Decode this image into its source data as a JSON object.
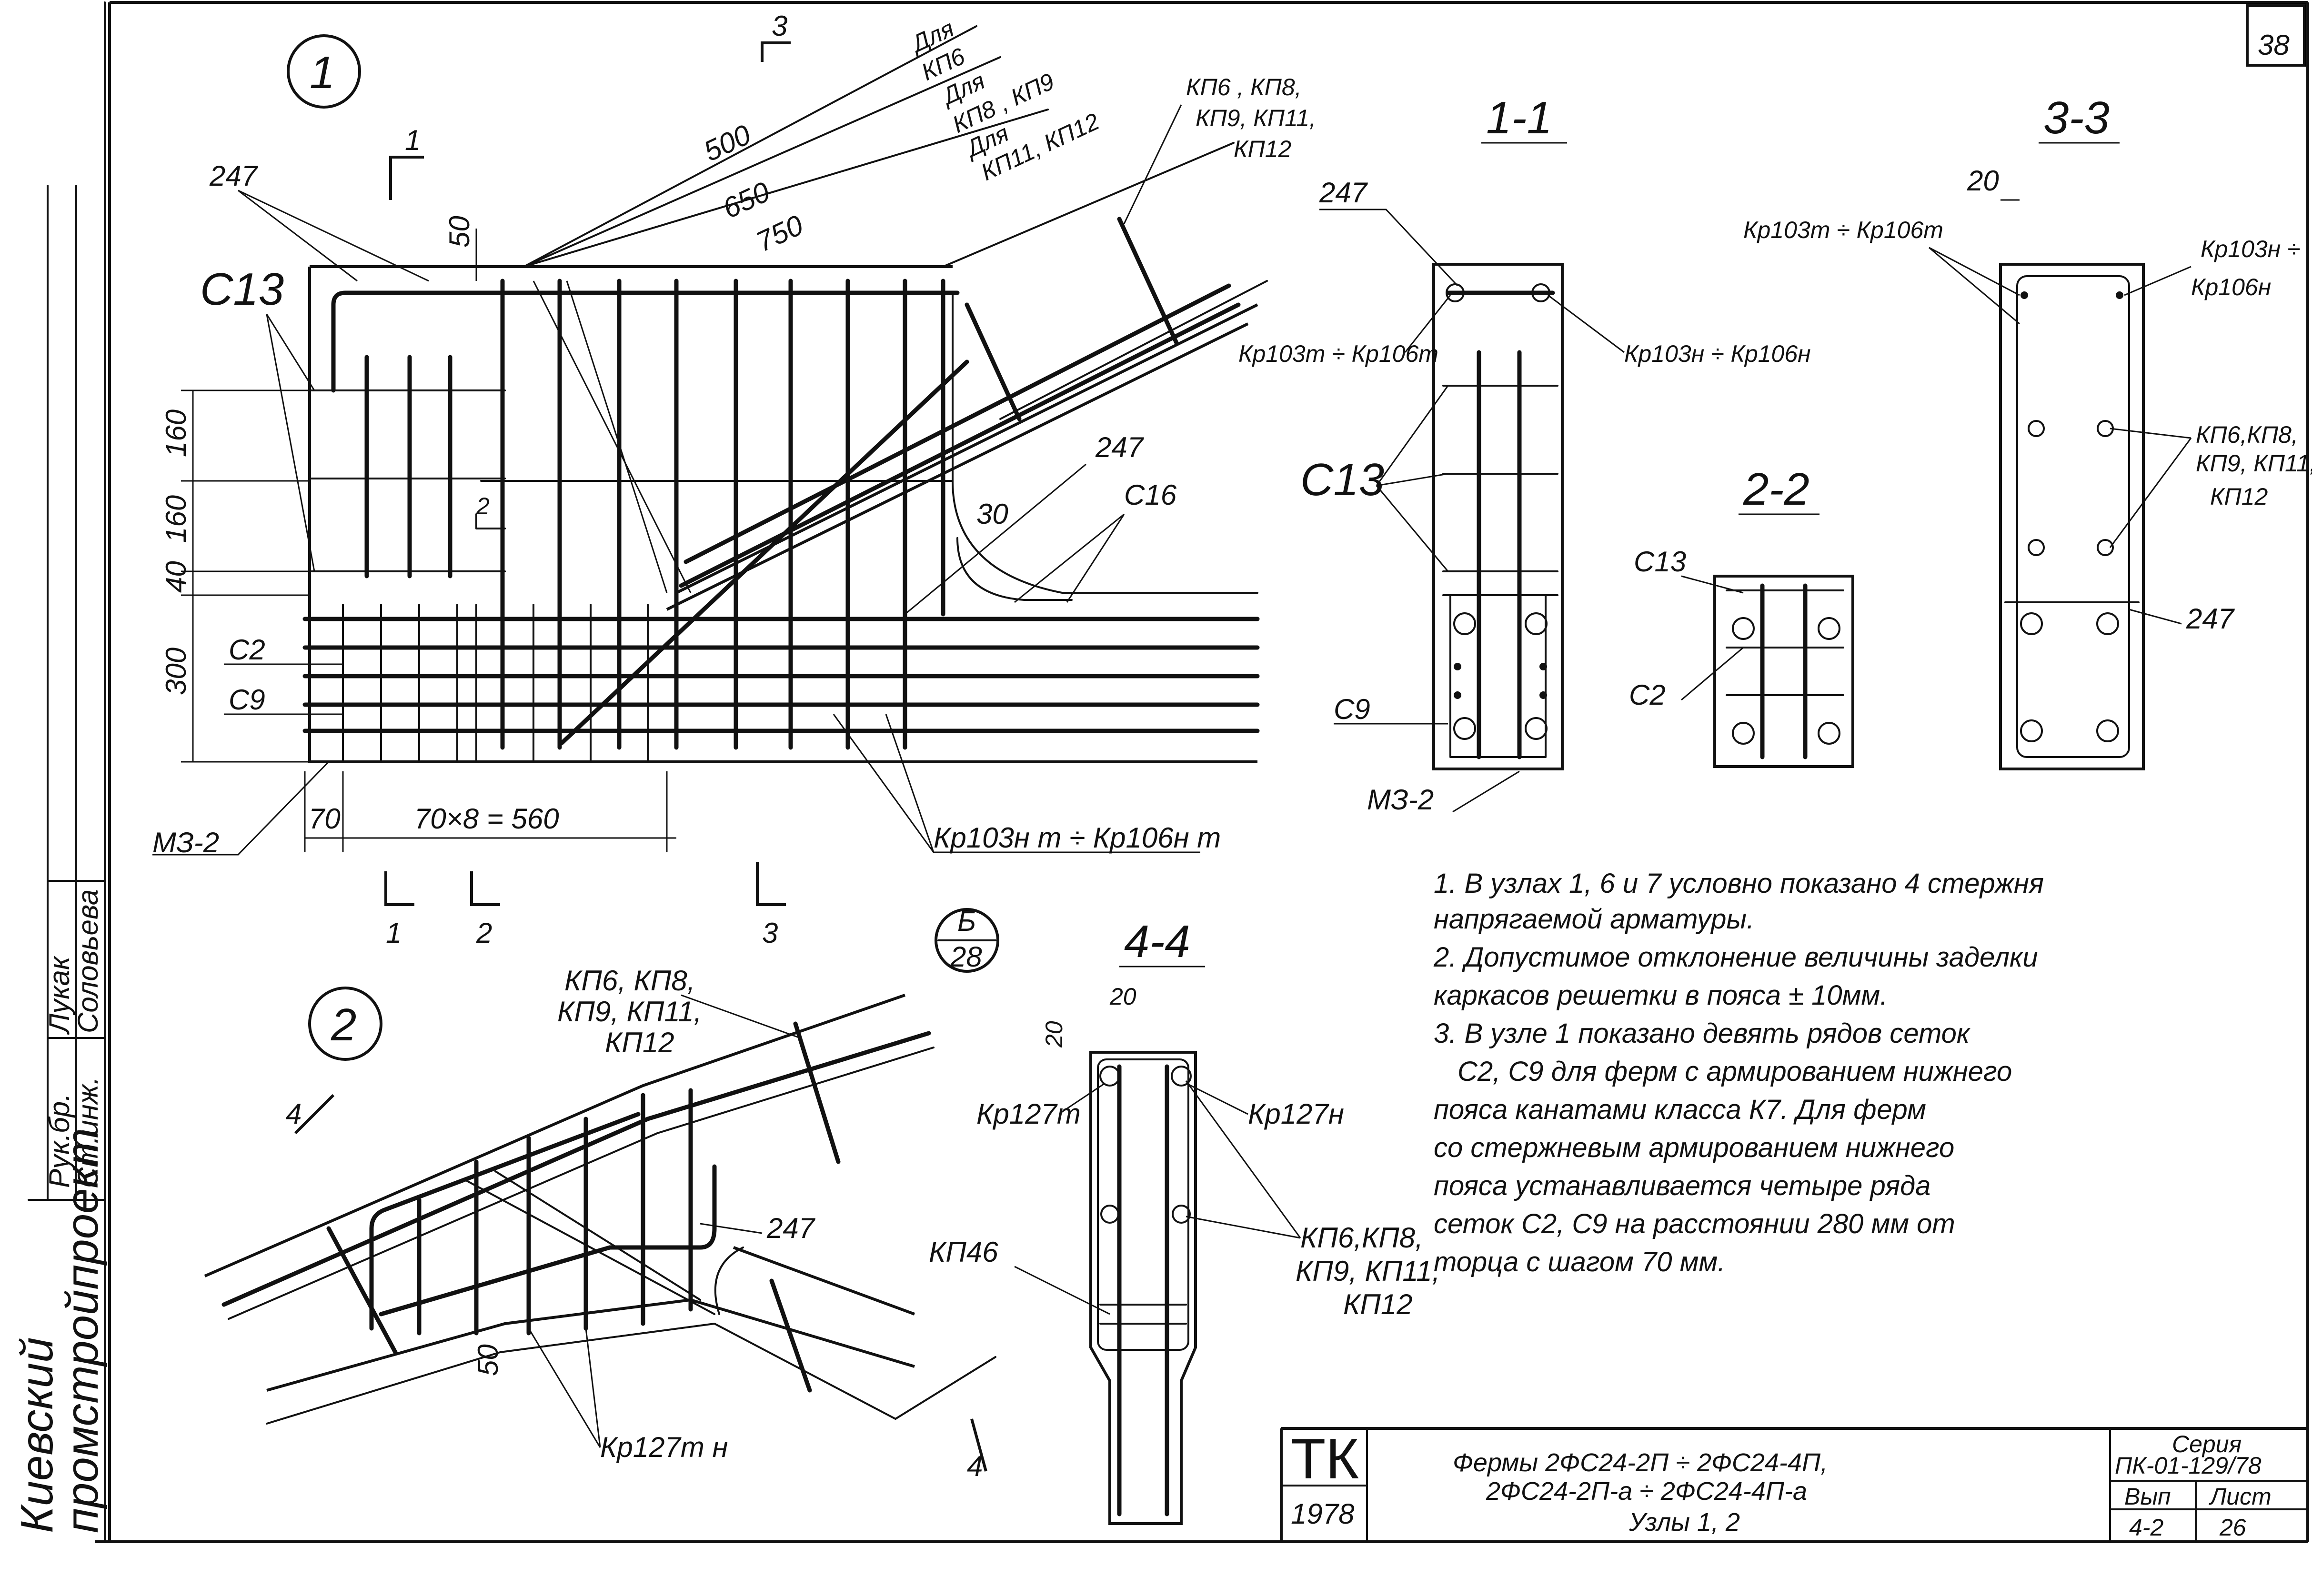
{
  "sheet": {
    "page_number": "38"
  },
  "left_strip": {
    "organization": [
      "Киевский",
      "промстройпроект"
    ],
    "roles": [
      {
        "role": "Рук.бр.",
        "name": "Лукак"
      },
      {
        "role": "Ст.инж.",
        "name": "Соловьева"
      }
    ]
  },
  "node1": {
    "number": "1",
    "dims": {
      "d50": "50",
      "d160a": "160",
      "d160b": "160",
      "d40": "40",
      "d300": "300",
      "d70": "70",
      "span": "70×8 = 560",
      "d30": "30"
    },
    "leaders": {
      "for_kp6": [
        "Для",
        "КП6"
      ],
      "for_kp8": [
        "Для",
        "КП8 , КП9"
      ],
      "for_kp11": [
        "Для",
        "КП11, КП12"
      ],
      "l500": "500",
      "l650": "650",
      "l750": "750"
    },
    "labels": {
      "n247a": "247",
      "c13": "С13",
      "c2": "С2",
      "c9": "С9",
      "mz2": "МЗ-2",
      "kp_top": [
        "КП6 , КП8,",
        "КП9, КП11,",
        "КП12"
      ],
      "n247b": "247",
      "c16": "С16",
      "kp103": "Кр103н т ÷ Кр106н т"
    },
    "section_marks": {
      "s1": "1",
      "s2": "2",
      "s3": "3",
      "s1b": "1",
      "s2b": "2",
      "s3b": "3"
    }
  },
  "sec11": {
    "title": "1-1",
    "labels": {
      "n247": "247",
      "kp_left": "Кр103т ÷ Кр106т",
      "kp_right": "Кр103н ÷ Кр106н",
      "c13": "С13",
      "c9": "С9",
      "mz2": "МЗ-2"
    }
  },
  "sec22": {
    "title": "2-2",
    "labels": {
      "c13": "С13",
      "c2": "С2"
    }
  },
  "sec33": {
    "title": "3-3",
    "labels": {
      "d20": "20",
      "kp_left": "Кр103т ÷ Кр106т",
      "kp_right": [
        "Кр103н ÷",
        "Кр106н"
      ],
      "kp_list": [
        "КП6,КП8,",
        "КП9, КП11,",
        "КП12"
      ],
      "n247": "247"
    }
  },
  "ref": {
    "top": "Б",
    "bottom": "28"
  },
  "node2": {
    "number": "2",
    "labels": {
      "kp_list": [
        "КП6, КП8,",
        "КП9, КП11,",
        "КП12"
      ],
      "n247": "247",
      "kp46": "КП46",
      "kp127": "Кр127т н",
      "d50": "50",
      "s4a": "4",
      "s4b": "4"
    }
  },
  "sec44": {
    "title": "4-4",
    "labels": {
      "d20a": "20",
      "d20b": "20",
      "kp127t": "Кр127т",
      "kp127n": "Кр127н",
      "kp_list": [
        "КП6,КП8,",
        "КП9, КП11,",
        "КП12"
      ]
    }
  },
  "notes": [
    "1. В узлах 1, 6 и 7 условно показано 4 стержня",
    "напрягаемой арматуры.",
    "2. Допустимое отклонение величины заделки",
    "каркасов решетки в пояса ± 10мм.",
    "3. В узле 1 показано девять рядов сеток",
    "С2, С9 для ферм с армированием нижнего",
    "пояса канатами класса К7. Для ферм",
    "со стержневым армированием нижнего",
    "пояса устанавливается четыре ряда",
    "сеток С2, С9 на расстоянии 280 мм от",
    "торца с шагом 70 мм."
  ],
  "title_block": {
    "logo": "ТК",
    "year": "1978",
    "title_lines": [
      "Фермы 2ФС24-2П ÷ 2ФС24-4П,",
      "2ФС24-2П-а ÷ 2ФС24-4П-а",
      "Узлы 1, 2"
    ],
    "series_label": "Серия",
    "series_value": "ПК-01-129/78",
    "issue_label": "Вып",
    "issue_value": "4-2",
    "sheet_label": "Лист",
    "sheet_value": "26"
  }
}
